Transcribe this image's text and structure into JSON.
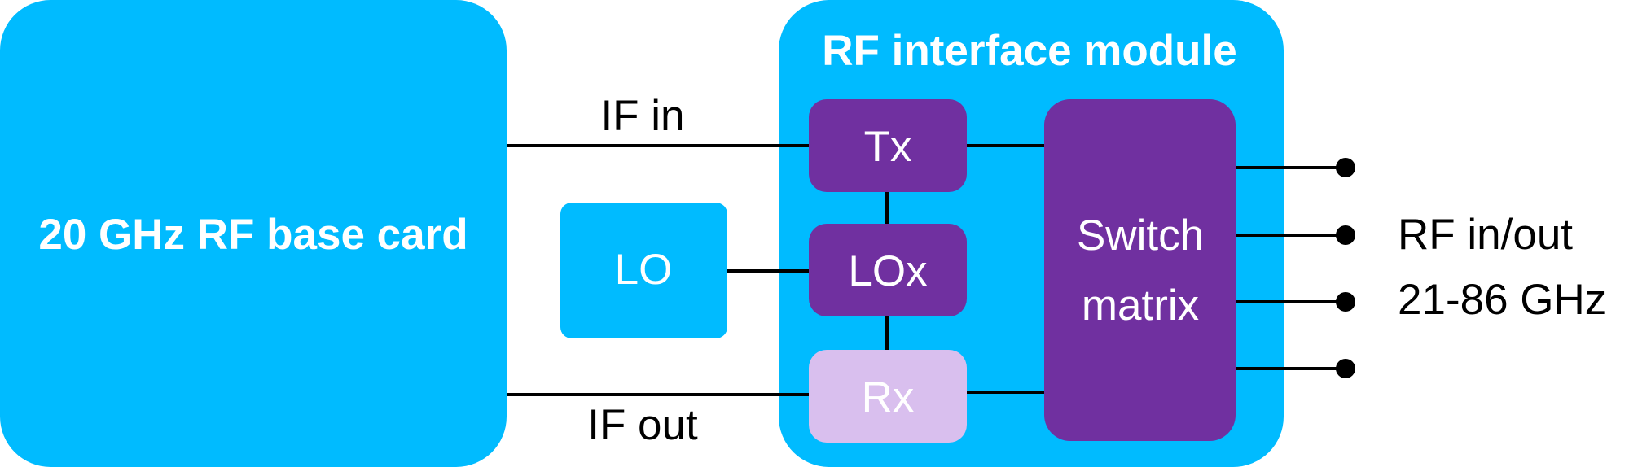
{
  "blocks": {
    "base_card": {
      "label": "20 GHz RF base card"
    },
    "module": {
      "title": "RF interface module"
    },
    "lo": {
      "label": "LO"
    },
    "tx": {
      "label": "Tx"
    },
    "lox": {
      "label": "LOx"
    },
    "rx": {
      "label": "Rx"
    },
    "switch": {
      "label_line1": "Switch",
      "label_line2": "matrix"
    }
  },
  "signals": {
    "if_in": "IF in",
    "if_out": "IF out",
    "rf_label_line1": "RF in/out",
    "rf_label_line2": "21-86 GHz"
  },
  "colors": {
    "cyan": "#00BBFF",
    "purple": "#7030A0",
    "lavender": "#D9BFEE",
    "line": "#000000",
    "white": "#FFFFFF"
  }
}
